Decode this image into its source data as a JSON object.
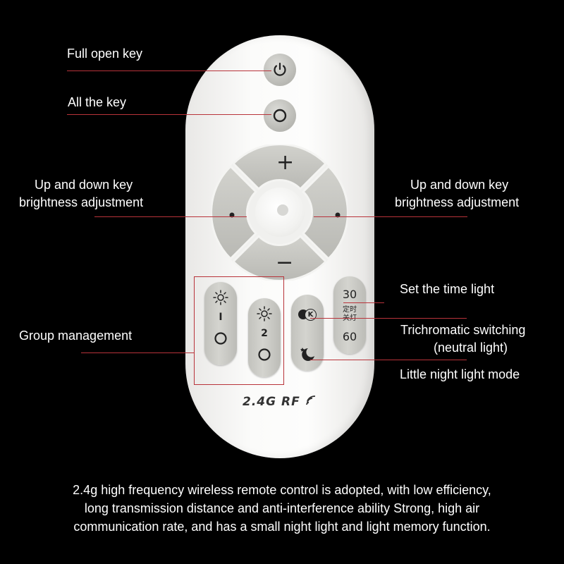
{
  "labels": {
    "full_open_key": "Full open key",
    "all_the_key": "All the key",
    "updown_left_1": "Up and down key",
    "updown_left_2": "brightness adjustment",
    "updown_right_1": "Up and down key",
    "updown_right_2": "brightness adjustment",
    "group_management": "Group management",
    "set_time_light": "Set the time light",
    "trichromatic_1": "Trichromatic switching",
    "trichromatic_2": "(neutral light)",
    "night_light": "Little night light mode"
  },
  "remote": {
    "plus": "+",
    "minus": "−",
    "group1_num": "I",
    "group2_num": "2",
    "timer_30": "30",
    "timer_cn_1": "定时",
    "timer_cn_2": "关灯",
    "timer_60": "60",
    "k_letter": "K",
    "brand": "2.4G RF"
  },
  "description": {
    "line1": "2.4g high frequency wireless remote control is adopted, with low efficiency,",
    "line2": "long transmission distance and anti-interference ability Strong, high air",
    "line3": "communication rate, and has a small night light and light memory function."
  },
  "colors": {
    "background": "#000000",
    "leader_line": "#b8333a",
    "remote_body": "#f7f7f5",
    "button_gray": "#c4c4bf"
  }
}
